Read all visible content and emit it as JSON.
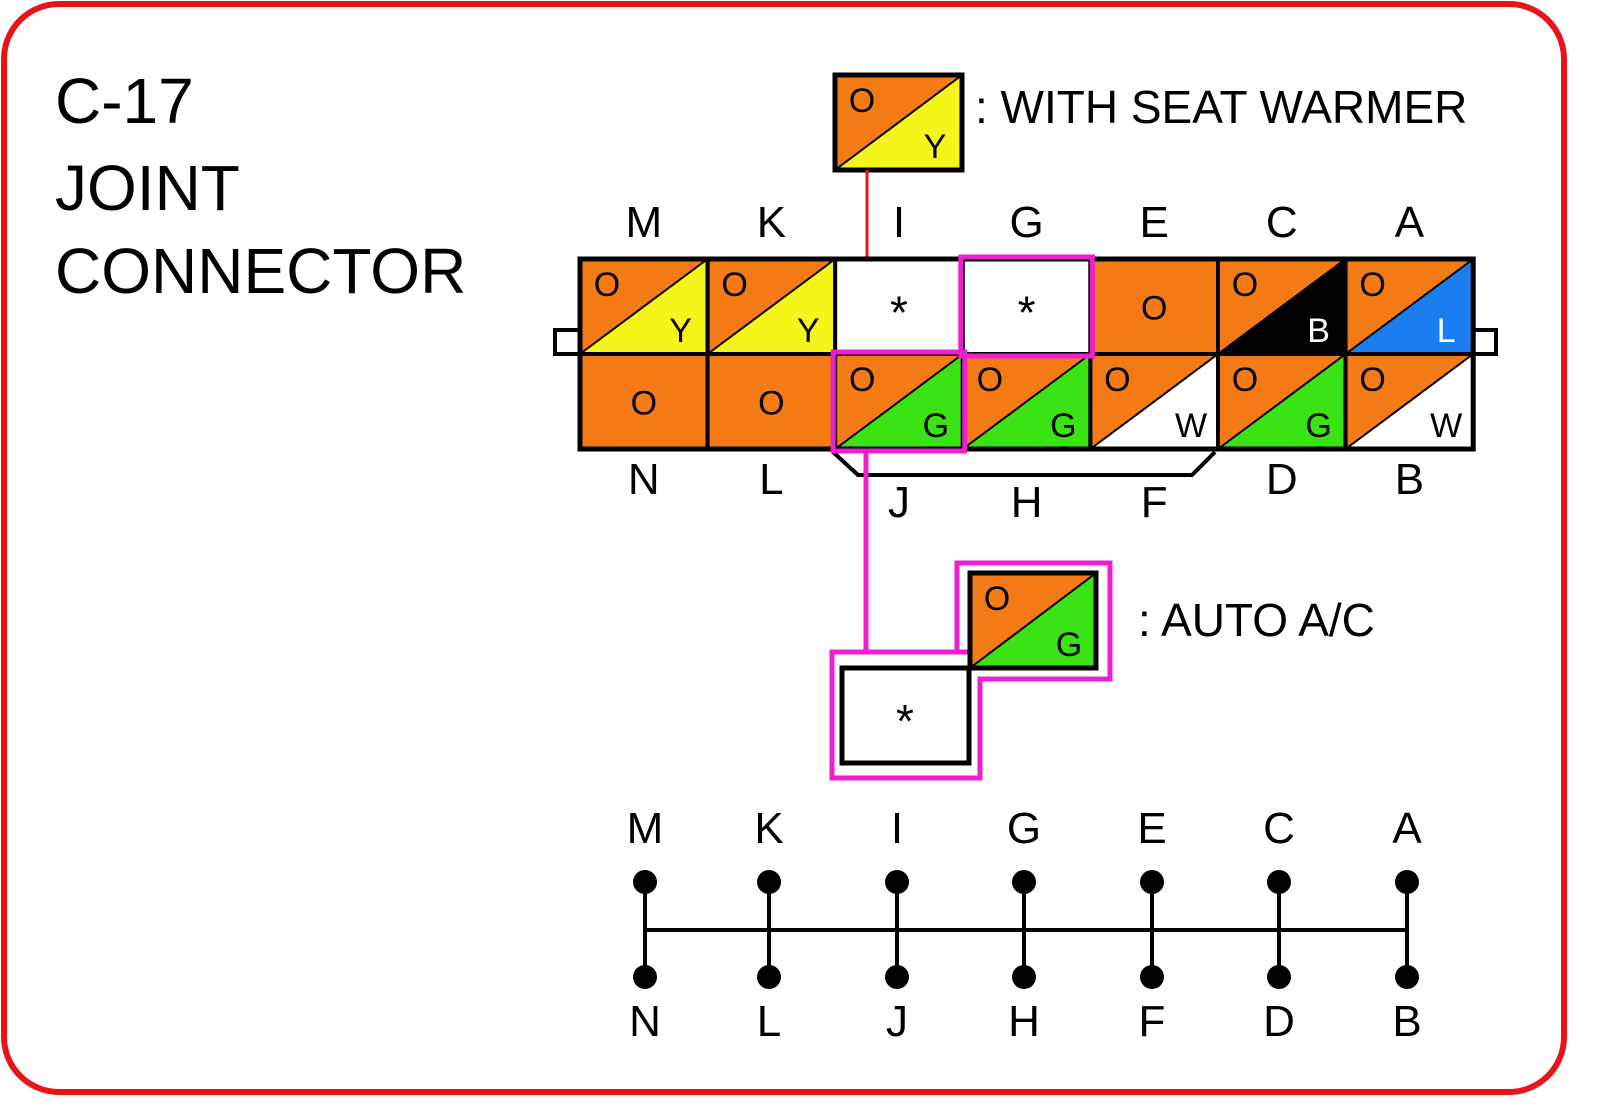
{
  "title": {
    "code": "C-17",
    "line1": "JOINT",
    "line2": "CONNECTOR"
  },
  "colors": {
    "O": "#f47a16",
    "Y": "#f5f51a",
    "G": "#3ae314",
    "B": "#000000",
    "L": "#1a7ef0",
    "W": "#ffffff",
    "frame": "#e8141a",
    "highlight": "#ee1fd0",
    "lead_dot": "#e8141a"
  },
  "legend": {
    "seat_warmer": {
      "text": ": WITH SEAT WARMER",
      "primary": "O",
      "secondary": "Y"
    },
    "auto_ac": {
      "text": ": AUTO A/C",
      "primary": "O",
      "secondary": "G",
      "empty_cell": "*"
    }
  },
  "connector": {
    "top_labels": [
      "M",
      "K",
      "I",
      "G",
      "E",
      "C",
      "A"
    ],
    "bottom_labels_even": [
      "N",
      "L",
      "D",
      "B"
    ],
    "bottom_labels_offset": [
      "J",
      "H",
      "F"
    ],
    "top_row": [
      {
        "pin": "M",
        "primary": "O",
        "secondary": "Y"
      },
      {
        "pin": "K",
        "primary": "O",
        "secondary": "Y"
      },
      {
        "pin": "I",
        "symbol": "*"
      },
      {
        "pin": "G",
        "symbol": "*"
      },
      {
        "pin": "E",
        "primary": "O"
      },
      {
        "pin": "C",
        "primary": "O",
        "secondary": "B"
      },
      {
        "pin": "A",
        "primary": "O",
        "secondary": "L"
      }
    ],
    "bottom_row": [
      {
        "pin": "N",
        "primary": "O"
      },
      {
        "pin": "L",
        "primary": "O"
      },
      {
        "pin": "J",
        "primary": "O",
        "secondary": "G"
      },
      {
        "pin": "H",
        "primary": "O",
        "secondary": "G"
      },
      {
        "pin": "F",
        "primary": "O",
        "secondary": "W"
      },
      {
        "pin": "D",
        "primary": "O",
        "secondary": "G"
      },
      {
        "pin": "B",
        "primary": "O",
        "secondary": "W"
      }
    ]
  },
  "schematic": {
    "top_labels": [
      "M",
      "K",
      "I",
      "G",
      "E",
      "C",
      "A"
    ],
    "bottom_labels": [
      "N",
      "L",
      "J",
      "H",
      "F",
      "D",
      "B"
    ]
  }
}
